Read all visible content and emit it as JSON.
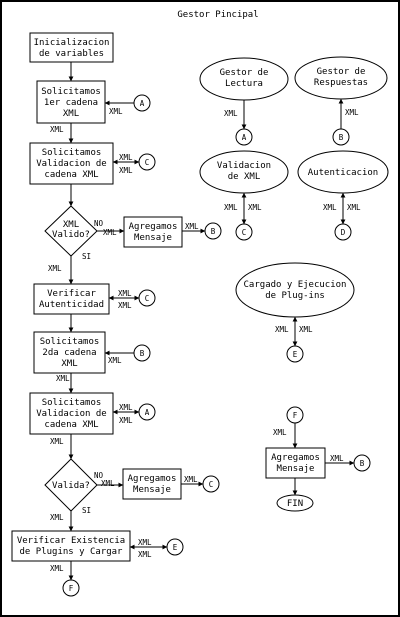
{
  "title": "Gestor Pincipal",
  "nodes": {
    "init": [
      "Inicializacion",
      "de variables"
    ],
    "sol1": [
      "Solicitamos",
      "1er cadena",
      "XML"
    ],
    "val1": [
      "Solicitamos",
      "Validacion de",
      "cadena XML"
    ],
    "dec1": [
      "XML",
      "Valido?"
    ],
    "msg1": [
      "Agregamos",
      "Mensaje"
    ],
    "auth": [
      "Verificar",
      "Autenticidad"
    ],
    "sol2": [
      "Solicitamos",
      "2da cadena",
      "XML"
    ],
    "val2": [
      "Solicitamos",
      "Validacion de",
      "cadena XML"
    ],
    "dec2": [
      "Valida?"
    ],
    "msg2": [
      "Agregamos",
      "Mensaje"
    ],
    "plug": [
      "Verificar Existencia",
      "de Plugins y Cargar"
    ],
    "lectura": [
      "Gestor de",
      "Lectura"
    ],
    "respuestas": [
      "Gestor de",
      "Respuestas"
    ],
    "validxml": [
      "Validacion",
      "de XML"
    ],
    "autent": [
      "Autenticacion"
    ],
    "cargado": [
      "Cargado y Ejecucion",
      "de Plug-ins"
    ],
    "msg3": [
      "Agregamos",
      "Mensaje"
    ],
    "fin": [
      "FIN"
    ]
  },
  "connectors": {
    "a": "A",
    "b": "B",
    "c": "C",
    "d": "D",
    "e": "E",
    "f": "F"
  },
  "edge_labels": {
    "xml": "XML",
    "no": "NO",
    "si": "SI"
  },
  "colors": {
    "background": "#ffffff",
    "border": "#000000",
    "stroke": "#000000"
  }
}
